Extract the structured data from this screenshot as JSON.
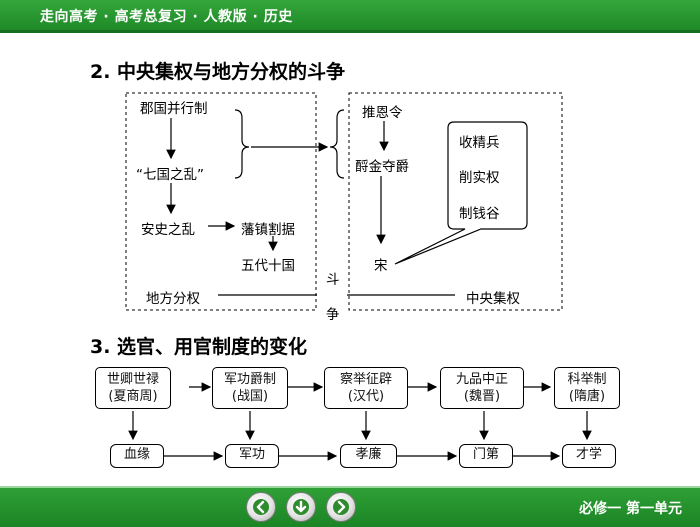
{
  "header": {
    "title": "走向高考 · 高考总复习 · 人教版 · 历史"
  },
  "section2": {
    "title": "2.  中央集权与地方分权的斗争",
    "left": {
      "n1": "郡国并行制",
      "n2": "“七国之乱”",
      "n3": "安史之乱",
      "n4": "藩镇割据",
      "n5": "五代十国",
      "bottom": "地方分权"
    },
    "right": {
      "n1": "推恩令",
      "n2": "酹金夺爵",
      "n3": "宋",
      "list": [
        "收精兵",
        "削实权",
        "制钱谷"
      ],
      "bottom": "中央集权"
    },
    "struggle": [
      "斗",
      "争"
    ]
  },
  "section3": {
    "title": "3.  选官、用官制度的变化",
    "systems": [
      {
        "line1": "世卿世禄",
        "line2": "(夏商周)",
        "basis": "血缘"
      },
      {
        "line1": "军功爵制",
        "line2": "(战国)",
        "basis": "军功"
      },
      {
        "line1": "察举征辟",
        "line2": "(汉代)",
        "basis": "孝廉"
      },
      {
        "line1": "九品中正",
        "line2": "(魏晋)",
        "basis": "门第"
      },
      {
        "line1": "科举制",
        "line2": "(隋唐)",
        "basis": "才学"
      }
    ]
  },
  "footer": {
    "text": "必修一   第一单元"
  },
  "nav": {
    "prev": "arrow-left-icon",
    "home": "arrow-down-icon",
    "next": "arrow-right-icon"
  },
  "colors": {
    "bar": "#1f8a28",
    "accent": "#34a63a"
  }
}
